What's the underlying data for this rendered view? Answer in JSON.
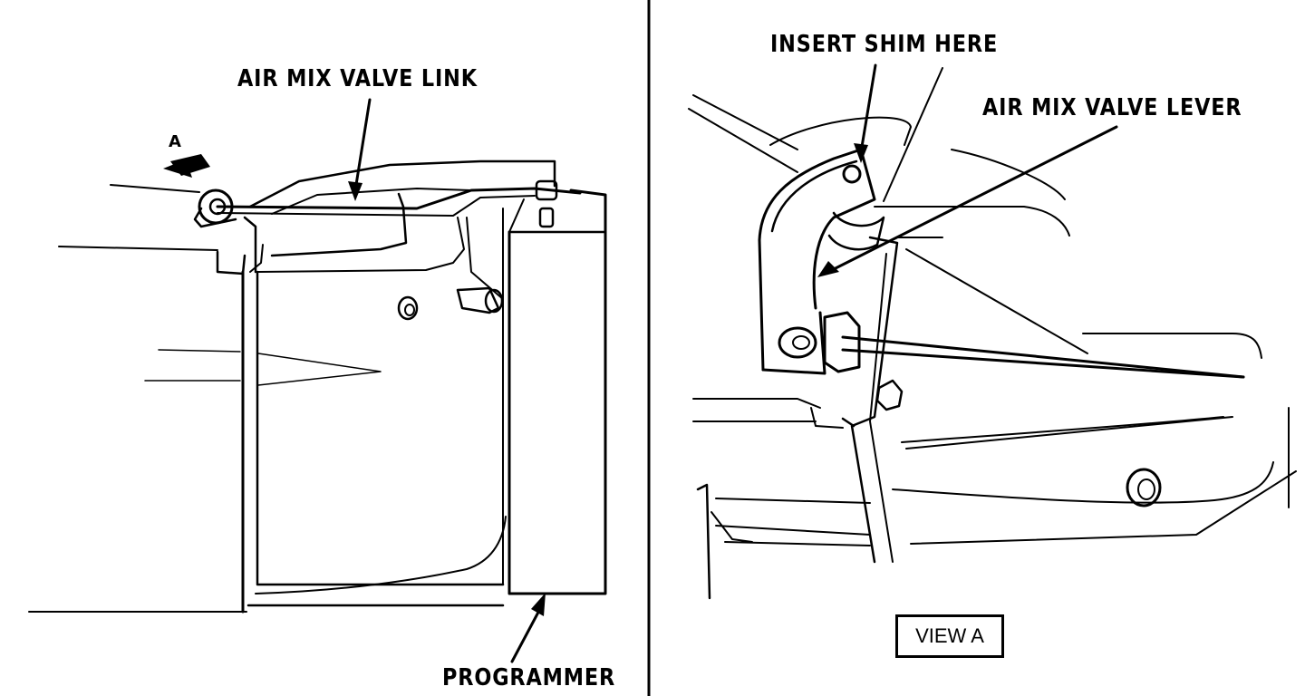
{
  "labels": {
    "link": "AIR MIX VALVE LINK",
    "programmer": "PROGRAMMER",
    "marker": "A",
    "shim": "INSERT SHIM HERE",
    "lever": "AIR MIX VALVE LEVER",
    "view": "VIEW A"
  }
}
